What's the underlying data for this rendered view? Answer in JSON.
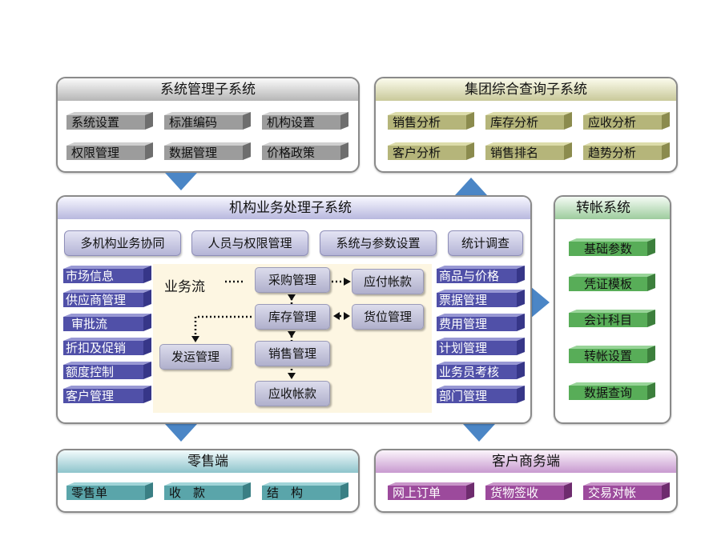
{
  "system_mgmt": {
    "title": "系统管理子系统",
    "items": [
      "系统设置",
      "标准编码",
      "机构设置",
      "权限管理",
      "数据管理",
      "价格政策"
    ]
  },
  "group_query": {
    "title": "集团综合查询子系统",
    "items": [
      "销售分析",
      "库存分析",
      "应收分析",
      "客户分析",
      "销售排名",
      "趋势分析"
    ]
  },
  "org_business": {
    "title": "机构业务处理子系统",
    "top_pills": [
      "多机构业务协同",
      "人员与权限管理",
      "系统与参数设置",
      "统计调查"
    ],
    "left_items": [
      "市场信息",
      "供应商管理",
      "审批流",
      "折扣及促销",
      "额度控制",
      "客户管理"
    ],
    "right_items": [
      "商品与价格",
      "票据管理",
      "费用管理",
      "计划管理",
      "业务员考核",
      "部门管理"
    ],
    "flow": {
      "label": "业务流",
      "purchase": "采购管理",
      "payable": "应付帐款",
      "inventory": "库存管理",
      "location": "货位管理",
      "shipping": "发运管理",
      "sales": "销售管理",
      "receivable": "应收帐款"
    }
  },
  "transfer": {
    "title": "转帐系统",
    "items": [
      "基础参数",
      "凭证模板",
      "会计科目",
      "转帐设置",
      "数据查询"
    ]
  },
  "retail": {
    "title": "零售端",
    "items": [
      "零售单",
      "收　款",
      "结　构"
    ]
  },
  "customer_biz": {
    "title": "客户商务端",
    "items": [
      "网上订单",
      "货物签收",
      "交易对帐"
    ]
  },
  "colors": {
    "arrow": "#4b86c6",
    "gray": "#9c9c9c",
    "olive": "#b5b57a",
    "navy": "#5050a8",
    "green": "#58ad58",
    "teal": "#5aa5aa",
    "purple": "#9c4a9c"
  }
}
